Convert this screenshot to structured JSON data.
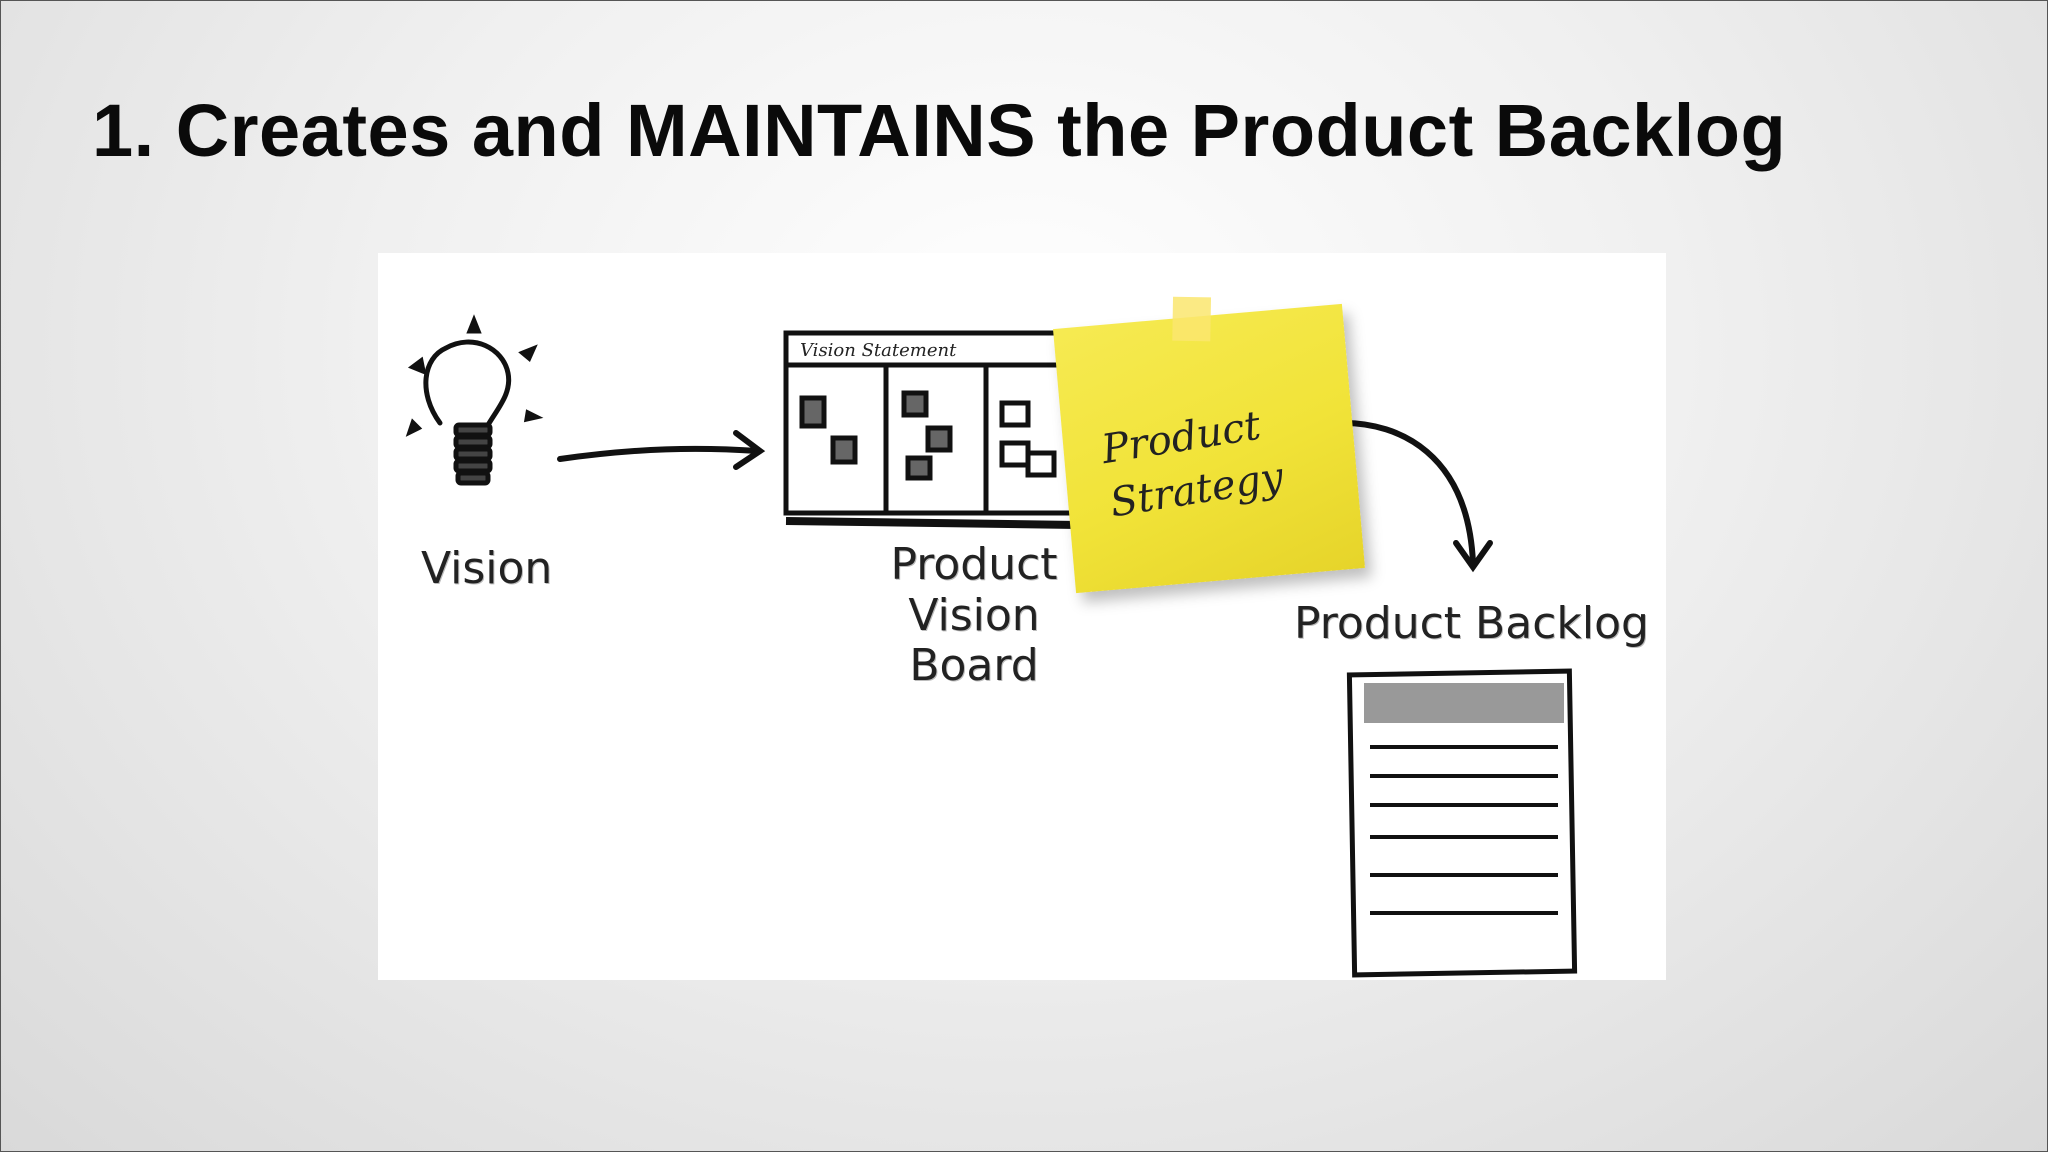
{
  "slide": {
    "title": "1. Creates and MAINTAINS the Product Backlog"
  },
  "diagram": {
    "vision_label": "Vision",
    "vision_board_label": "Product\nVision Board",
    "sticky_note": "Product\nStrategy",
    "backlog_label": "Product Backlog",
    "board_header": "Vision Statement"
  },
  "colors": {
    "sticky": "#f1e338",
    "ink": "#222222",
    "background": "#e9e9e9"
  }
}
